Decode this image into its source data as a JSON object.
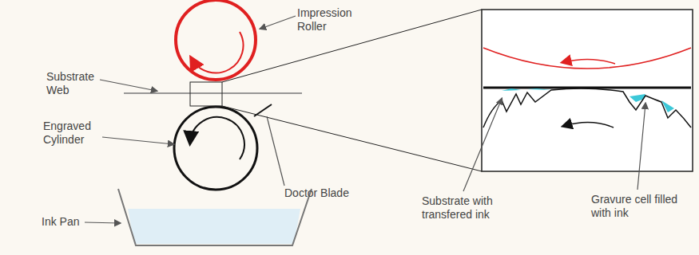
{
  "diagram": {
    "labels": [
      "Impression Roller",
      "Substrate Web",
      "Engraved Cylinder",
      "Ink Pan",
      "Doctor Blade",
      "Substrate with transfered ink",
      "Gravure cell filled with ink"
    ]
  }
}
